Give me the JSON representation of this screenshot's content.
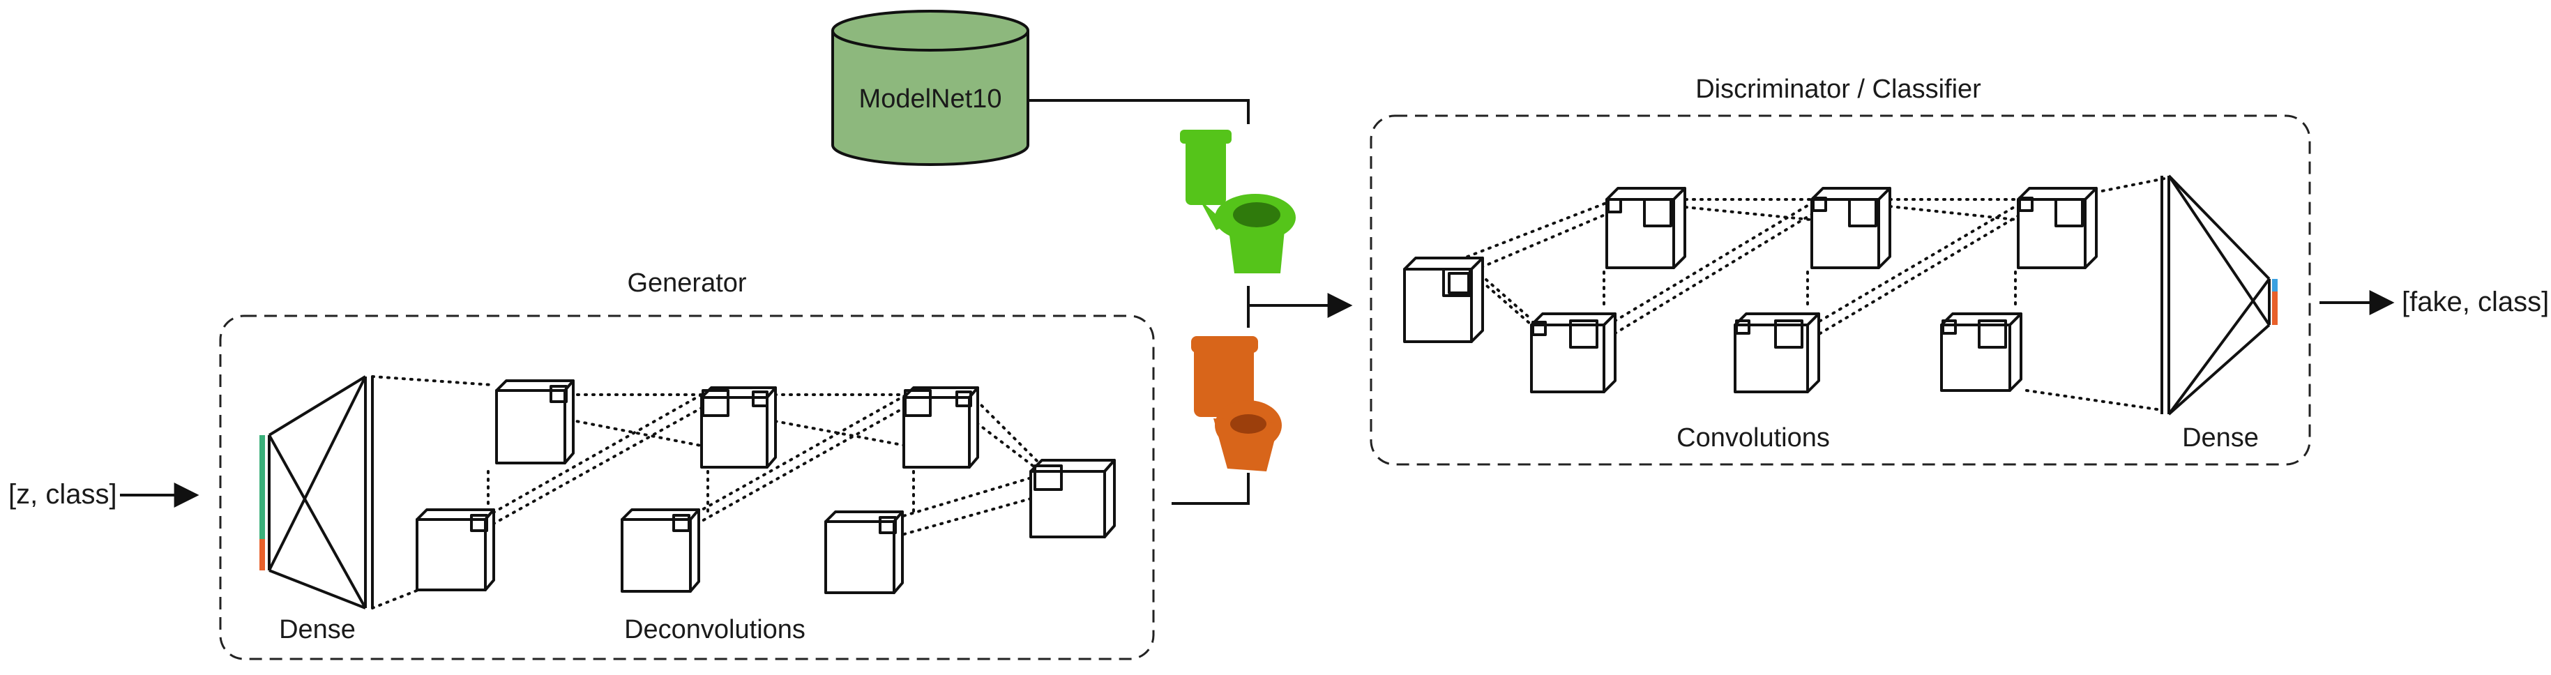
{
  "input_label": "[z, class]",
  "output_label": "[fake, class]",
  "dataset": {
    "label": "ModelNet10",
    "color": "#8db87d"
  },
  "generator": {
    "title": "Generator",
    "dense_label": "Dense",
    "deconv_label": "Deconvolutions"
  },
  "discriminator": {
    "title": "Discriminator / Classifier",
    "conv_label": "Convolutions",
    "dense_label": "Dense"
  },
  "samples": {
    "real_icon": "green-toilet-model-icon",
    "fake_icon": "orange-toilet-model-icon",
    "real_color": "#55c41a",
    "fake_color": "#d8651a"
  },
  "colors": {
    "dense_green": "#3ab07a",
    "dense_orange": "#e8602a",
    "dense_blue": "#3aa0e0"
  }
}
